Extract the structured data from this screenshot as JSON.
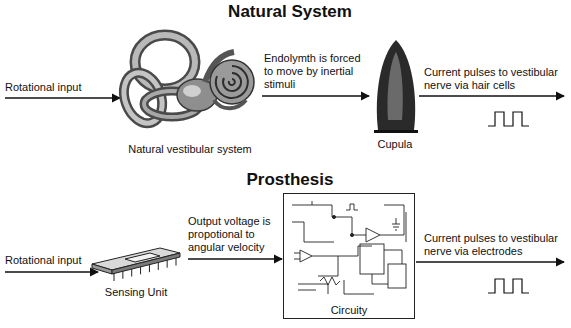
{
  "diagram": {
    "nodes": [
      {
        "text": [
          "Natural vestibular system"
        ]
      },
      {
        "text": [
          "Cupula"
        ]
      },
      {
        "text": [
          "Sensing Unit"
        ]
      },
      {
        "text": [
          "Circuity"
        ]
      }
    ],
    "edges": [
      {
        "from": 0,
        "to": 1,
        "arrow": "to",
        "label": "Endolymth is forced to move by inertial stimuli"
      },
      {
        "from": 2,
        "to": 3,
        "arrow": "to",
        "label": "Output voltage is propotional to angular velocity"
      }
    ],
    "labels": [
      "Natural System",
      "Rotational input",
      "Current pulses to vestibular nerve via hair cells",
      "Prosthesis",
      "Rotational input",
      "Current pulses to vestibular nerve via electrodes"
    ]
  }
}
